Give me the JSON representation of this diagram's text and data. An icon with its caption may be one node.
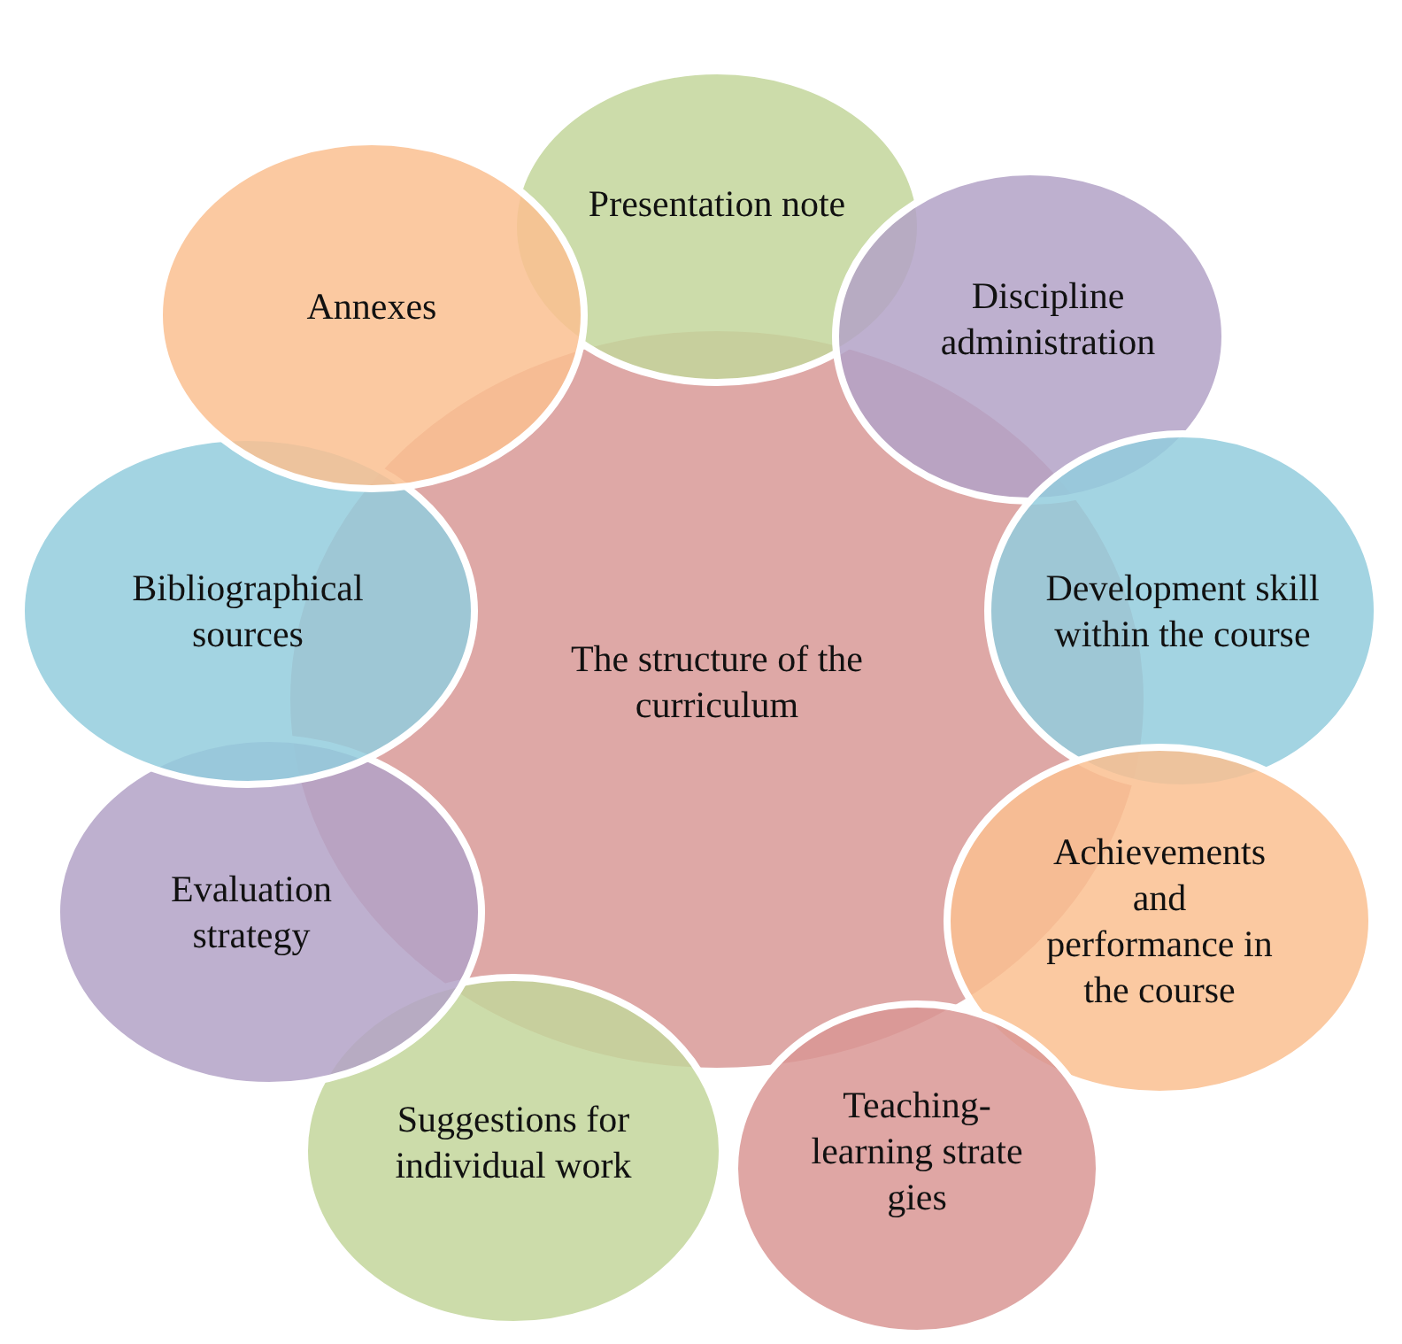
{
  "diagram": {
    "nodes": [
      {
        "text": [
          "The structure of the curriculum"
        ]
      },
      {
        "text": [
          "Presentation note"
        ]
      },
      {
        "text": [
          "Discipline administration"
        ]
      },
      {
        "text": [
          "Development skill within the course"
        ]
      },
      {
        "text": [
          "Achievements and performance in the course"
        ]
      },
      {
        "text": [
          "Teaching- learning strate gies"
        ]
      },
      {
        "text": [
          "Suggestions for individual work"
        ]
      },
      {
        "text": [
          "Evaluation strategy"
        ]
      },
      {
        "text": [
          "Bibliographical sources"
        ]
      },
      {
        "text": [
          "Annexes"
        ]
      }
    ]
  }
}
